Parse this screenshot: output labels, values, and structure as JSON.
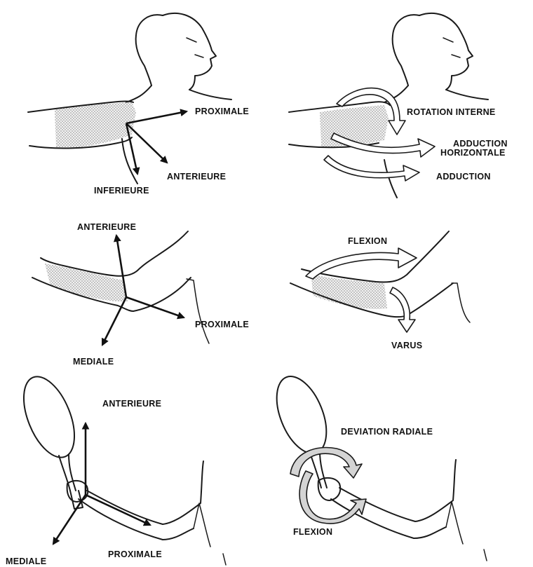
{
  "panels": [
    {
      "id": "shoulder-axes",
      "labels": {
        "proximal": "PROXIMALE",
        "anterior": "ANTERIEURE",
        "inferior": "INFERIEURE"
      }
    },
    {
      "id": "shoulder-movements",
      "labels": {
        "internal_rotation": "ROTATION INTERNE",
        "horizontal_adduction_line1": "ADDUCTION",
        "horizontal_adduction_line2": "HORIZONTALE",
        "adduction": "ADDUCTION"
      }
    },
    {
      "id": "elbow-axes",
      "labels": {
        "anterior": "ANTERIEURE",
        "proximal": "PROXIMALE",
        "medial": "MEDIALE"
      }
    },
    {
      "id": "elbow-movements",
      "labels": {
        "flexion": "FLEXION",
        "varus": "VARUS"
      }
    },
    {
      "id": "wrist-axes",
      "labels": {
        "anterior": "ANTERIEURE",
        "proximal": "PROXIMALE",
        "medial": "MEDIALE"
      }
    },
    {
      "id": "wrist-movements",
      "labels": {
        "radial_deviation": "DEVIATION RADIALE",
        "flexion": "FLEXION"
      }
    }
  ],
  "colors": {
    "ink": "#1a1a1a",
    "shading": "#9a9a9a",
    "arrow_fill": "#ffffff",
    "arrow_gray": "#d4d4d4"
  }
}
